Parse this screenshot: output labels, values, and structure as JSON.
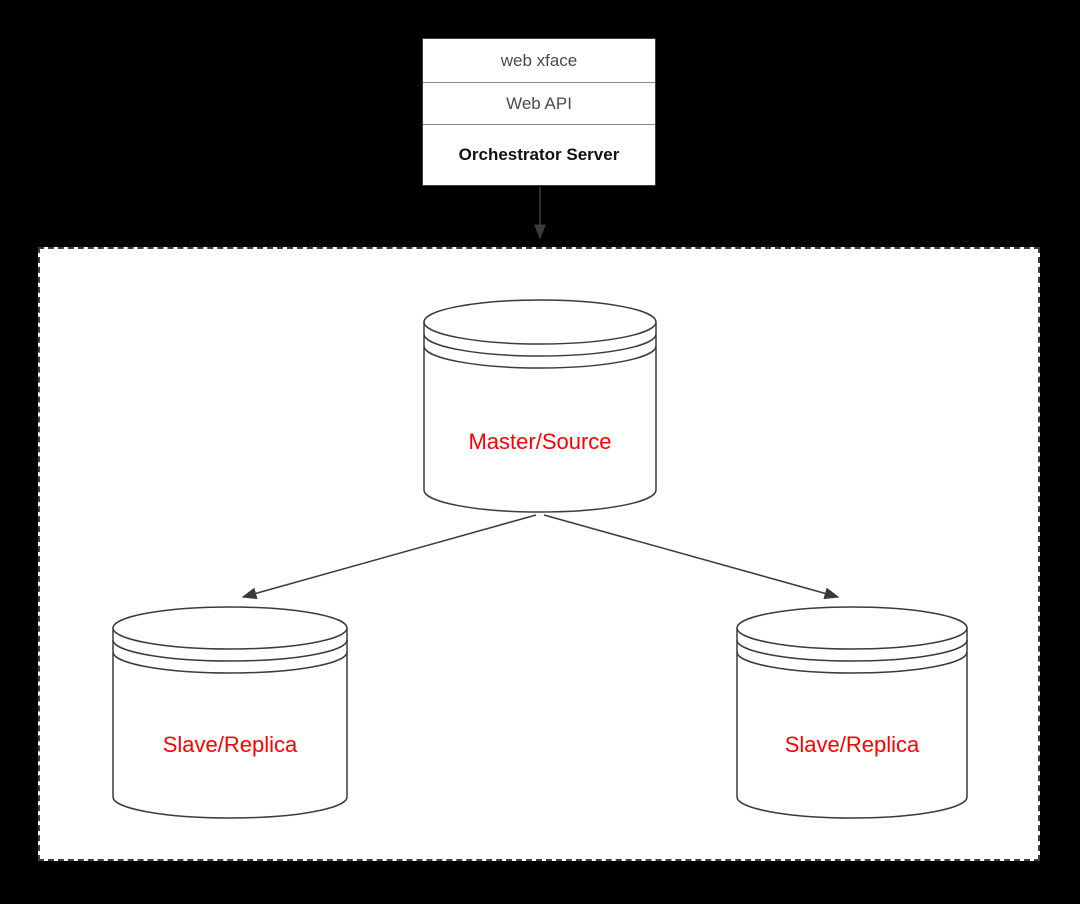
{
  "colors": {
    "background": "#000000",
    "region_fill": "#ffffff",
    "diagram_stroke": "#3b3b3b",
    "db_label_color": "#ff0000"
  },
  "server_stack": {
    "rows": [
      {
        "label": "web xface"
      },
      {
        "label": "Web API"
      },
      {
        "label": "Orchestrator Server"
      }
    ]
  },
  "cluster": {
    "master": {
      "label": "Master/Source"
    },
    "slaves": [
      {
        "label": "Slave/Replica"
      },
      {
        "label": "Slave/Replica"
      }
    ]
  }
}
